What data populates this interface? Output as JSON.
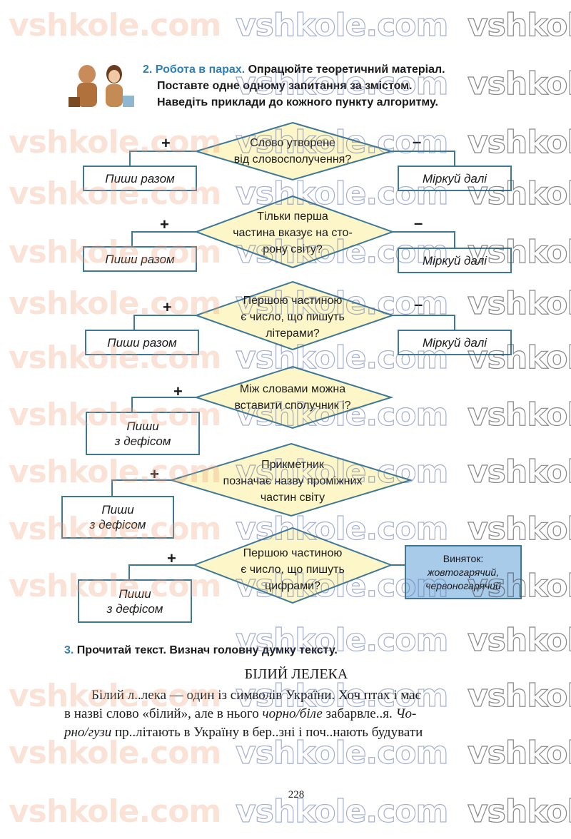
{
  "task2": {
    "number": "2.",
    "title": "Робота в парах.",
    "line1": "Опрацюйте теоретичний матеріал.",
    "line2": "Поставте одне одному запитання за змістом.",
    "line3": "Наведіть приклади до кожного пункту алгоритму."
  },
  "flowchart": {
    "plus": "+",
    "minus": "–",
    "q1": [
      "Слово утворене",
      "від словосполучення?"
    ],
    "q2": [
      "Тільки перша",
      "частина вказує на сто-",
      "рону світу?"
    ],
    "q3": [
      "Першою частиною",
      "є число, що пишуть",
      "літерами?"
    ],
    "q4": [
      "Між словами можна",
      "вставити сполучник і?"
    ],
    "q5": [
      "Прикметник",
      "позначає назву проміжних",
      "частин світу"
    ],
    "q6": [
      "Першою частиною",
      "є число, що пишуть",
      "цифрами?"
    ],
    "write_together": "Пиши разом",
    "think_further": "Міркуй далі",
    "write_hyphen_1": "Пиши",
    "write_hyphen_2": "з дефісом",
    "exception_title": "Виняток:",
    "exception_word1": "жовтогарячий,",
    "exception_word2": "червоногарячий"
  },
  "task3": {
    "number": "3.",
    "text": "Прочитай текст. Визнач головну думку тексту."
  },
  "reading": {
    "title": "БІЛИЙ ЛЕЛЕКА",
    "l1": "Білий л..лека — один із символів України. Хоч птах і має",
    "l2a": "в назві слово «білий», але в нього ",
    "l2b": "чорно/біле",
    "l2c": " забарвле..я. ",
    "l2d": "Чо-",
    "l3a": "рно/гузи",
    "l3b": " пр..літають в Україну в бер..зні і поч..нають будувати"
  },
  "page_number": "228",
  "watermark": "vshkole.com",
  "colors": {
    "diamond_fill": "#fdf6c9",
    "border": "#3d7896",
    "heading_blue": "#2f7fb5",
    "exception_fill": "#a9cbea"
  },
  "icons": [
    "pupils-pair-illustration"
  ]
}
